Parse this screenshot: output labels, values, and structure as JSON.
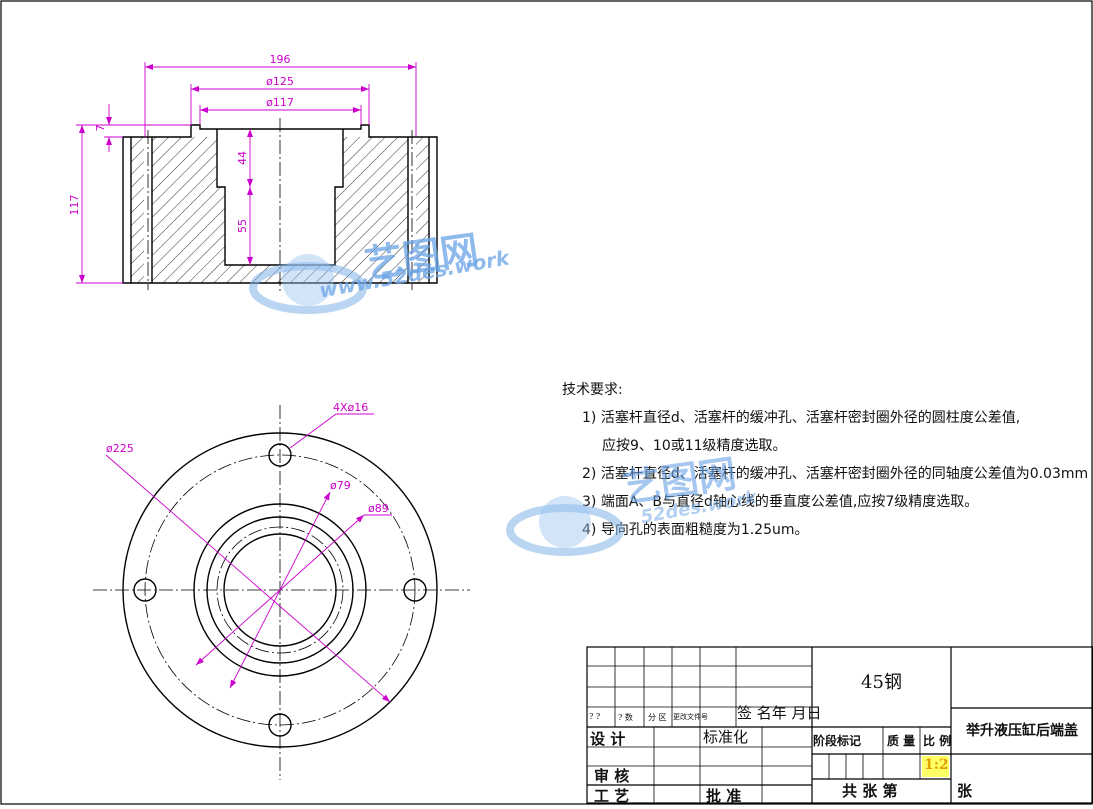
{
  "drawing": {
    "section_view": {
      "dims": {
        "overall_width": "196",
        "flange_dia": "ø125",
        "bore_dia": "ø117",
        "flange_thickness": "7",
        "overall_height": "117",
        "upper_bore_depth": "44",
        "lower_bore_depth": "55"
      }
    },
    "top_view": {
      "dims": {
        "holes": "4Xø16",
        "outer_dia": "ø225",
        "inner_dia": "ø79",
        "recess_dia": "ø89"
      }
    }
  },
  "watermark": {
    "cn": "艺图网",
    "url": "www.52des.work",
    "url2": "52des.work"
  },
  "tech_requirements": {
    "title": "技术要求:",
    "items": [
      "1) 活塞杆直径d、活塞杆的缓冲孔、活塞杆密封圈外径的圆柱度公差值,",
      "应按9、10或11级精度选取。",
      "2) 活塞杆直径d、活塞杆的缓冲孔、活塞杆密封圈外径的同轴度公差值为0.03mm",
      "3) 端面A、B与直径d轴心线的垂直度公差值,应按7级精度选取。",
      "4) 导向孔的表面粗糙度为1.25um。"
    ]
  },
  "title_block": {
    "material": "45钢",
    "part_name": "举升液压缸后端盖",
    "scale": "1:2",
    "sign_date": "签 名年 月日",
    "small_labels": [
      "? ?",
      "? 数",
      "分 区",
      "更改文件号"
    ],
    "design": "设 计",
    "standardize": "标准化",
    "stage_labels": "阶段标记",
    "weight": "质 量",
    "ratio": "比 例",
    "review": "审 核",
    "process": "工 艺",
    "approve": "批 准",
    "sheets": "共   张  第",
    "sheet_end": "张"
  },
  "colors": {
    "line": "#000000",
    "dimension": "#cc00cc",
    "scale_highlight": "#ffff66"
  }
}
